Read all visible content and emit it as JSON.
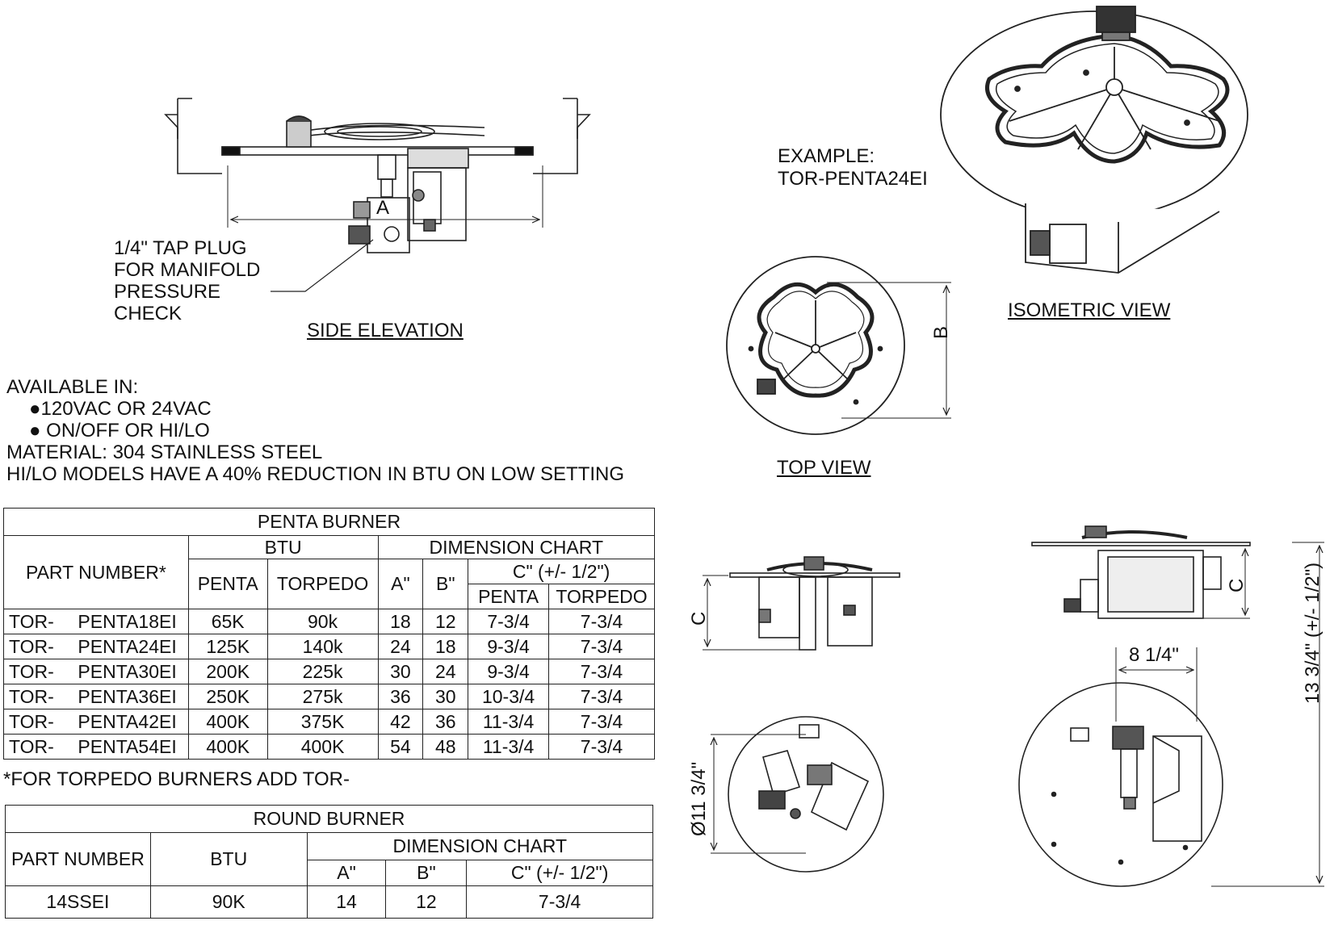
{
  "side_elevation": {
    "title": "SIDE ELEVATION",
    "dim_label": "A",
    "callout": [
      "1/4\" TAP PLUG",
      "FOR MANIFOLD",
      "PRESSURE",
      "CHECK"
    ]
  },
  "example": {
    "line1": "EXAMPLE:",
    "line2": "TOR-PENTA24EI"
  },
  "isometric": {
    "title": "ISOMETRIC VIEW"
  },
  "top_view": {
    "title": "TOP VIEW",
    "dim_label": "B"
  },
  "specs": {
    "available_in": "AVAILABLE IN:",
    "voltage": "●120VAC OR 24VAC",
    "control": "● ON/OFF OR HI/LO",
    "material": "MATERIAL: 304 STAINLESS STEEL",
    "hilo_note": "HI/LO MODELS HAVE A 40% REDUCTION IN BTU ON LOW SETTING"
  },
  "penta_table": {
    "title": "PENTA BURNER",
    "part_number_header": "PART NUMBER*",
    "btu_header": "BTU",
    "dimension_header": "DIMENSION CHART",
    "penta_header": "PENTA",
    "torpedo_header": "TORPEDO",
    "a_header": "A\"",
    "b_header": "B\"",
    "c_header": "C\" (+/- 1/2\")",
    "c_penta_header": "PENTA",
    "c_torpedo_header": "TORPEDO",
    "rows": [
      {
        "prefix": "TOR-",
        "part": "PENTA18EI",
        "btu_penta": "65K",
        "btu_torpedo": "90k",
        "a": "18",
        "b": "12",
        "c_penta": "7-3/4",
        "c_torpedo": "7-3/4"
      },
      {
        "prefix": "TOR-",
        "part": "PENTA24EI",
        "btu_penta": "125K",
        "btu_torpedo": "140k",
        "a": "24",
        "b": "18",
        "c_penta": "9-3/4",
        "c_torpedo": "7-3/4"
      },
      {
        "prefix": "TOR-",
        "part": "PENTA30EI",
        "btu_penta": "200K",
        "btu_torpedo": "225k",
        "a": "30",
        "b": "24",
        "c_penta": "9-3/4",
        "c_torpedo": "7-3/4"
      },
      {
        "prefix": "TOR-",
        "part": "PENTA36EI",
        "btu_penta": "250K",
        "btu_torpedo": "275k",
        "a": "36",
        "b": "30",
        "c_penta": "10-3/4",
        "c_torpedo": "7-3/4"
      },
      {
        "prefix": "TOR-",
        "part": "PENTA42EI",
        "btu_penta": "400K",
        "btu_torpedo": "375K",
        "a": "42",
        "b": "36",
        "c_penta": "11-3/4",
        "c_torpedo": "7-3/4"
      },
      {
        "prefix": "TOR-",
        "part": "PENTA54EI",
        "btu_penta": "400K",
        "btu_torpedo": "400K",
        "a": "54",
        "b": "48",
        "c_penta": "11-3/4",
        "c_torpedo": "7-3/4"
      }
    ],
    "footnote": "*FOR TORPEDO BURNERS ADD TOR-"
  },
  "round_table": {
    "title": "ROUND BURNER",
    "part_number_header": "PART NUMBER",
    "btu_header": "BTU",
    "dimension_header": "DIMENSION CHART",
    "a_header": "A\"",
    "b_header": "B\"",
    "c_header": "C\" (+/- 1/2\")",
    "row": {
      "part": "14SSEI",
      "btu": "90K",
      "a": "14",
      "b": "12",
      "c": "7-3/4"
    }
  },
  "small_burner": {
    "c_label": "C",
    "diameter_label": "Ø11 3/4\""
  },
  "large_burner": {
    "c_label": "C",
    "width_label": "8 1/4\"",
    "height_label": "13 3/4\" (+/- 1/2\")"
  }
}
